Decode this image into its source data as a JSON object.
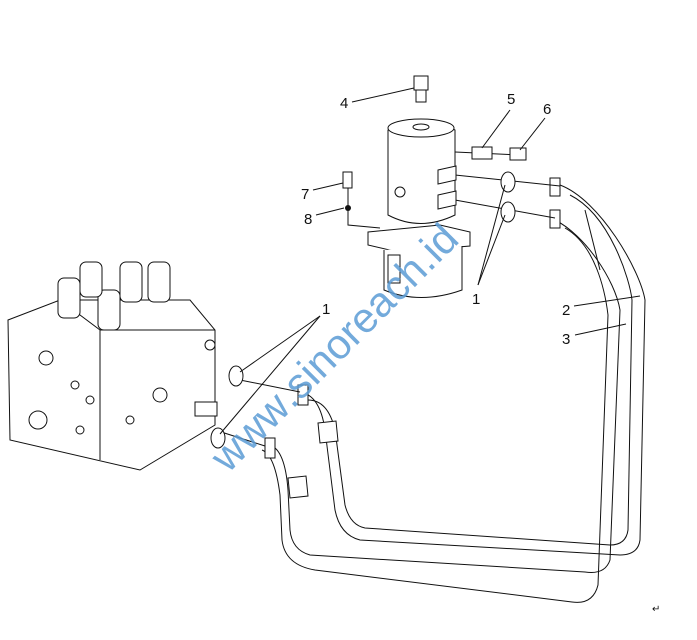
{
  "callouts": {
    "c1_top": "1",
    "c1_left": "1",
    "c2": "2",
    "c3": "3",
    "c4": "4",
    "c5": "5",
    "c6": "6",
    "c7": "7",
    "c8": "8"
  },
  "watermark": "www.sinoreach.id",
  "return_mark": "↵"
}
